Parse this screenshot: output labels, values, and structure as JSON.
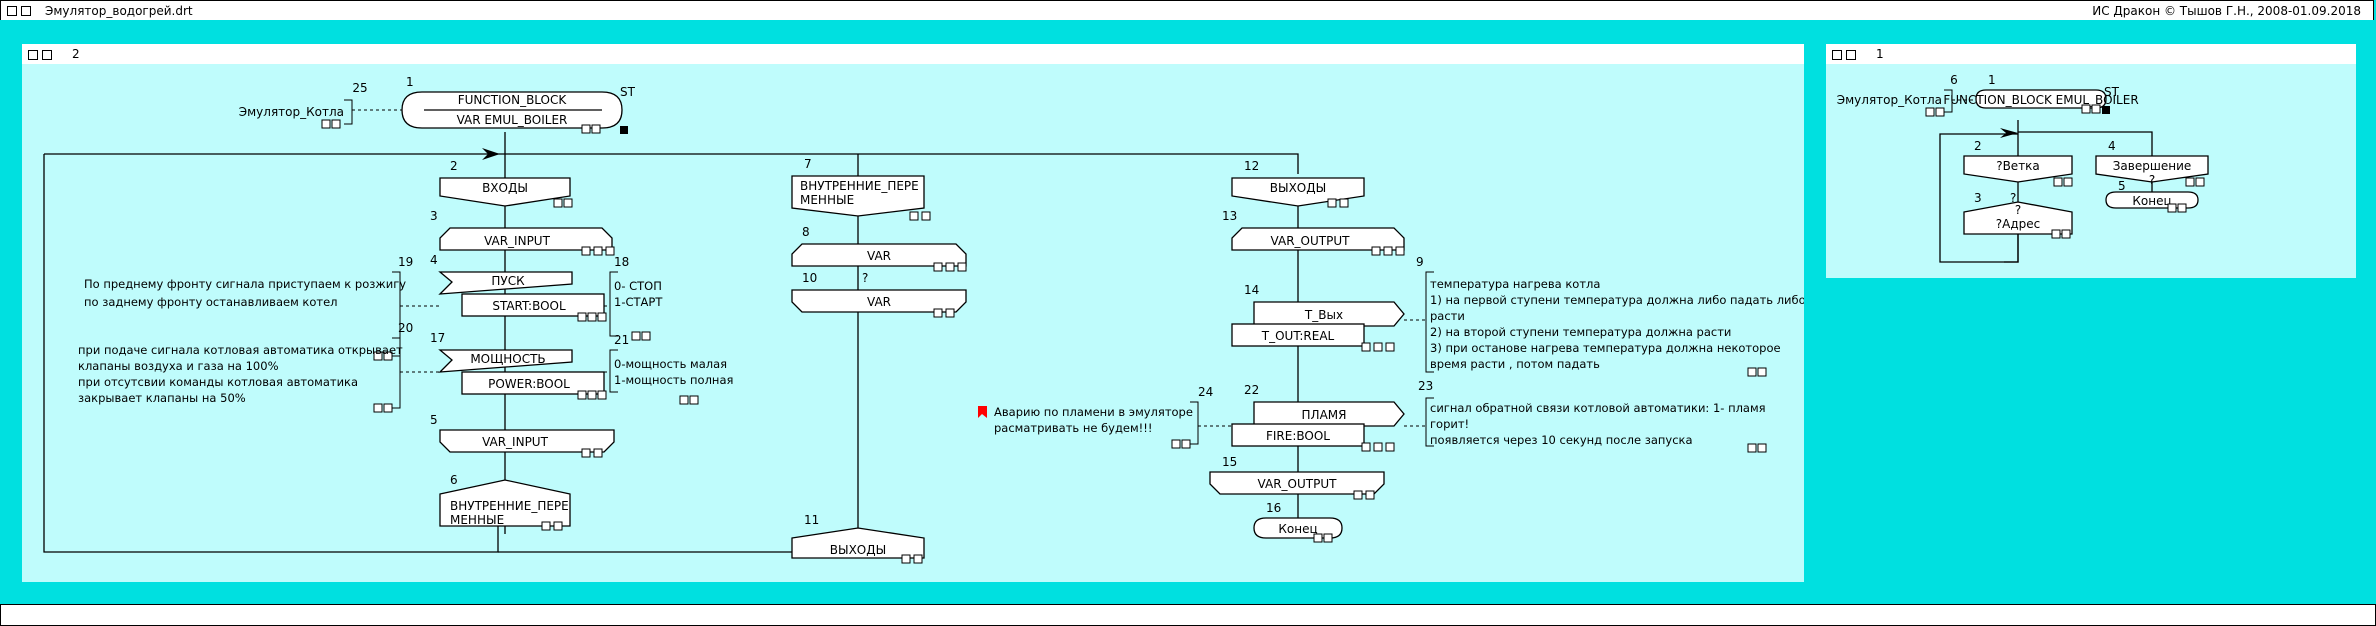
{
  "window": {
    "title": "Эмулятор_водогрей.drt",
    "copyright": "ИС Дракон © Тышов Г.Н., 2008-01.09.2018"
  },
  "panels": [
    {
      "number": "2",
      "title_block": {
        "id": "1",
        "line1": "FUNCTION_BLOCK",
        "line2": "VAR EMUL_BOILER",
        "tag": "ST"
      },
      "name_comment": {
        "id": "25",
        "text": "Эмулятор_Котла"
      },
      "branches": [
        {
          "id": "2",
          "label": "ВХОДЫ",
          "items": [
            {
              "id": "3",
              "type": "section-start",
              "label": "VAR_INPUT"
            },
            {
              "id": "4",
              "type": "input",
              "name": "ПУСК",
              "var": "START:BOOL",
              "comment_left": {
                "id": "19",
                "lines": [
                  "По преднему фронту сигнала приступаем к розжигу",
                  "по заднему фронту останавливаем котел"
                ]
              },
              "comment_right": {
                "id": "18",
                "lines": [
                  "0- СТОП",
                  "1-СТАРТ"
                ]
              }
            },
            {
              "id": "17",
              "type": "input",
              "name": "МОЩНОСТЬ",
              "var": "POWER:BOOL",
              "comment_left": {
                "id": "20",
                "lines": [
                  "при подаче сигнала котловая автоматика открывает",
                  "клапаны воздуха и газа на 100%",
                  "при отсутсвии команды котловая автоматика",
                  "закрывает клапаны на 50%"
                ]
              },
              "comment_right": {
                "id": "21",
                "lines": [
                  "0-мощность малая",
                  "1-мощность полная"
                ]
              }
            },
            {
              "id": "5",
              "type": "section-end",
              "label": "VAR_INPUT"
            },
            {
              "id": "6",
              "type": "address",
              "lines": [
                "ВНУТРЕННИЕ_ПЕРЕ",
                "МЕННЫЕ"
              ]
            }
          ]
        },
        {
          "id": "7",
          "lines": [
            "ВНУТРЕННИЕ_ПЕРЕ",
            "МЕННЫЕ"
          ],
          "items": [
            {
              "id": "8",
              "type": "section-start",
              "label": "VAR"
            },
            {
              "id": "10",
              "type": "section-end",
              "label": "VAR",
              "mark": "?"
            },
            {
              "id": "11",
              "type": "address",
              "label": "ВЫХОДЫ"
            }
          ]
        },
        {
          "id": "12",
          "label": "ВЫХОДЫ",
          "items": [
            {
              "id": "13",
              "type": "section-start",
              "label": "VAR_OUTPUT"
            },
            {
              "id": "14",
              "type": "output",
              "name": "T_Вых",
              "var": "T_OUT:REAL",
              "comment_right": {
                "id": "9",
                "lines": [
                  "температура нагрева котла",
                  "1) на первой ступени температура должна либо падать либо",
                  "расти",
                  "2) на второй ступени температура должна расти",
                  "3) при останове нагрева температура должна некоторое",
                  "время расти , потом падать"
                ]
              }
            },
            {
              "id": "22",
              "type": "output",
              "name": "ПЛАМЯ",
              "var": "FIRE:BOOL",
              "comment_left": {
                "id": "24",
                "lines": [
                  "Аварию по пламени в эмуляторе",
                  "расматривать не будем!!!"
                ]
              },
              "comment_right": {
                "id": "23",
                "lines": [
                  "сигнал обратной связи котловой автоматики: 1- пламя",
                  "горит!",
                  "появляется через 10 секунд после запуска"
                ]
              }
            },
            {
              "id": "15",
              "type": "section-end",
              "label": "VAR_OUTPUT"
            },
            {
              "id": "16",
              "type": "end",
              "label": "Конец"
            }
          ]
        }
      ]
    },
    {
      "number": "1",
      "title_block": {
        "id": "1",
        "line1": "FUNCTION_BLOCK EMUL_BOILER",
        "tag": "ST"
      },
      "name_comment": {
        "id": "6",
        "text": "Эмулятор_Котла"
      },
      "branches": [
        {
          "id": "2",
          "label": "?Ветка",
          "items": [
            {
              "id": "3",
              "type": "address",
              "label": "?Адрес",
              "mark": "?",
              "inner_mark": "?"
            }
          ]
        },
        {
          "id": "4",
          "label": "Завершение",
          "mark": "?",
          "items": [
            {
              "id": "5",
              "type": "end",
              "label": "Конец"
            }
          ]
        }
      ]
    }
  ],
  "colors": {
    "workspace": "#00e0e0",
    "canvas": "#bffcfc",
    "bookmark": "#ff0000"
  }
}
